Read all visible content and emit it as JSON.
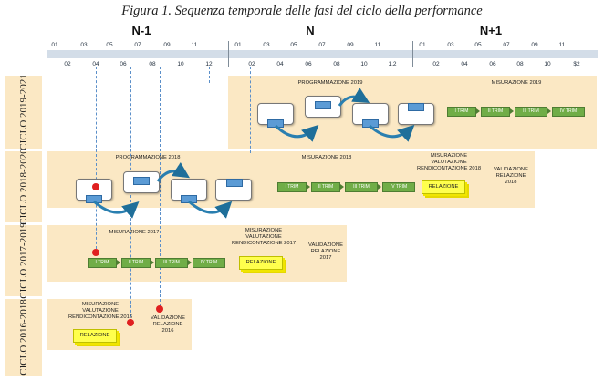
{
  "figure_title": "Figura 1. Sequenza temporale delle fasi del ciclo della performance",
  "periods": [
    "N-1",
    "N",
    "N+1"
  ],
  "months_odd": [
    "01",
    "03",
    "05",
    "07",
    "09",
    "11"
  ],
  "months_even": [
    "02",
    "04",
    "06",
    "08",
    "10",
    "12"
  ],
  "months_even_n": [
    "02",
    "04",
    "06",
    "08",
    "10",
    "1.2"
  ],
  "months_even_n1": [
    "02",
    "04",
    "06",
    "08",
    "10",
    "$2"
  ],
  "cycles": [
    "CICLO 2019-2021",
    "CICLO 2018-2020",
    "CICLO 2017-2019",
    "CICLO 2016-2018"
  ],
  "cycle_2019": {
    "programmazione": "PROGRAMMAZIONE 2019",
    "misurazione": "MISURAZIONE 2019",
    "trims": [
      "I TRIM",
      "II TRIM",
      "III TRIM",
      "IV TRIM"
    ]
  },
  "cycle_2018": {
    "programmazione": "PROGRAMMAZIONE 2018",
    "misurazione": "MISURAZIONE 2018",
    "trims": [
      "I TRIM",
      "II TRIM",
      "III TRIM",
      "IV TRIM"
    ],
    "mvr": [
      "MISURAZIONE",
      "VALUTAZIONE",
      "RENDICONTAZIONE 2018"
    ],
    "relazione": "RELAZIONE",
    "validazione": [
      "VALIDAZIONE",
      "RELAZIONE",
      "2018"
    ]
  },
  "cycle_2017": {
    "misurazione": "MISURAZIONE 2017",
    "trims": [
      "I TRIM",
      "II TRIM",
      "III TRIM",
      "IV TRIM"
    ],
    "mvr": [
      "MISURAZIONE",
      "VALUTAZIONE",
      "RENDICONTAZIONE 2017"
    ],
    "relazione": "RELAZIONE",
    "validazione": [
      "VALIDAZIONE",
      "RELAZIONE",
      "2017"
    ]
  },
  "cycle_2016": {
    "mvr": [
      "MISURAZIONE",
      "VALUTAZIONE",
      "RENDICONTAZIONE 2016"
    ],
    "relazione": "RELAZIONE",
    "validazione": [
      "VALIDAZIONE",
      "RELAZIONE",
      "2016"
    ]
  },
  "colors": {
    "band": "#fbe8c4",
    "timeline": "#d3dde8",
    "tab": "#5b9bd5",
    "trim": "#70ad47",
    "relazione": "#ffff4d",
    "marker": "#e02020",
    "dashed_line": "#5b8fc9"
  }
}
